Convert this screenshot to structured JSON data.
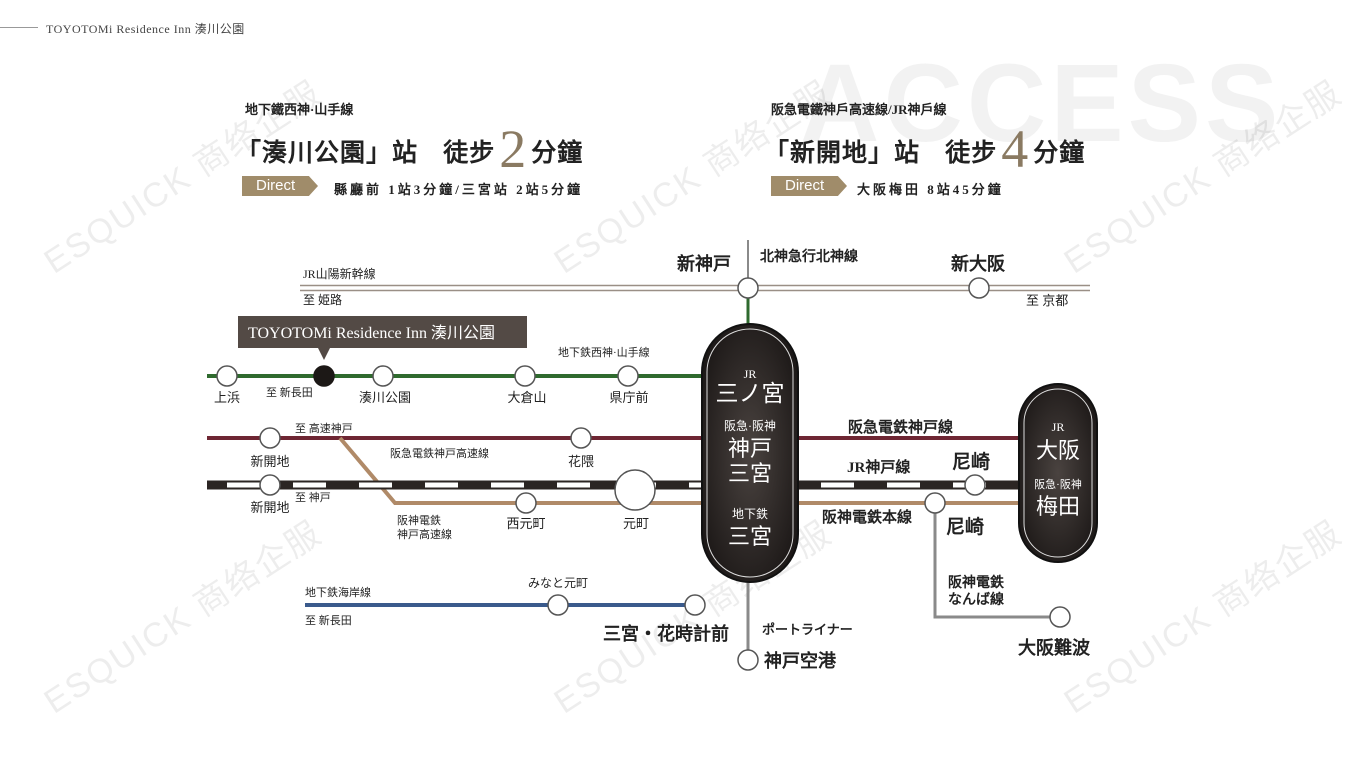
{
  "brand": "TOYOTOMi Residence Inn 湊川公園",
  "watermark": "ESQUICK 商络企服",
  "watermark_title": "ACCESS",
  "left_header": {
    "line": "地下鐵西神·山手線",
    "station": "「湊川公園」站",
    "walk_prefix": "徒步",
    "minutes": "2",
    "walk_suffix": "分鐘",
    "direct_label": "Direct",
    "direct_text": "縣廳前 1站3分鐘/三宮站 2站5分鐘"
  },
  "right_header": {
    "line": "阪急電鐵神戶高速線/JR神戶線",
    "station": "「新開地」站",
    "walk_prefix": "徒步",
    "minutes": "4",
    "walk_suffix": "分鐘",
    "direct_label": "Direct",
    "direct_text": "大阪梅田 8站45分鐘"
  },
  "map": {
    "hotel_callout": "TOYOTOMi Residence Inn 湊川公園",
    "shinkansen": {
      "name": "JR山陽新幹線",
      "to_west": "至 姫路",
      "to_east": "至 京都",
      "st1": "新神戸",
      "st2": "新大阪",
      "hokushin": "北神急行北神線"
    },
    "seishin": {
      "name": "地下鉄西神·山手線",
      "to": "至 新長田",
      "stations": [
        "上浜",
        "湊川公園",
        "大倉山",
        "県庁前"
      ]
    },
    "hankyu": {
      "to": "至 高速神戸",
      "name_left": "阪急電鉄神戸高速線",
      "name_right": "阪急電鉄神戸線",
      "stations": [
        "新開地",
        "花隈"
      ]
    },
    "jr": {
      "to": "至 神戸",
      "name": "JR神戸線",
      "stations": [
        "新開地",
        "元町",
        "尼崎"
      ]
    },
    "hanshin": {
      "name_left_1": "阪神電鉄",
      "name_left_2": "神戸高速線",
      "name_right": "阪神電鉄本線",
      "stations": [
        "西元町",
        "尼崎"
      ]
    },
    "namba": {
      "name_1": "阪神電鉄",
      "name_2": "なんば線",
      "station": "大阪難波"
    },
    "kaigan": {
      "name": "地下鉄海岸線",
      "to": "至 新長田",
      "stations": [
        "みなと元町",
        "三宮・花時計前"
      ]
    },
    "portliner": {
      "name": "ポートライナー",
      "station": "神戸空港"
    },
    "sannomiya": {
      "jr": "JR",
      "jr_name": "三ノ宮",
      "hh": "阪急·阪神",
      "hh_name_1": "神戸",
      "hh_name_2": "三宮",
      "sub": "地下鉄",
      "sub_name": "三宮"
    },
    "osaka": {
      "jr": "JR",
      "jr_name": "大阪",
      "hh": "阪急·阪神",
      "hh_name": "梅田"
    }
  },
  "colors": {
    "green": "#2f6a2e",
    "maroon": "#6e2633",
    "tan": "#b08a68",
    "blue": "#3a5a8c",
    "gray": "#8a8a8a",
    "gold": "#a08c6a",
    "pill": "#2a2523"
  }
}
